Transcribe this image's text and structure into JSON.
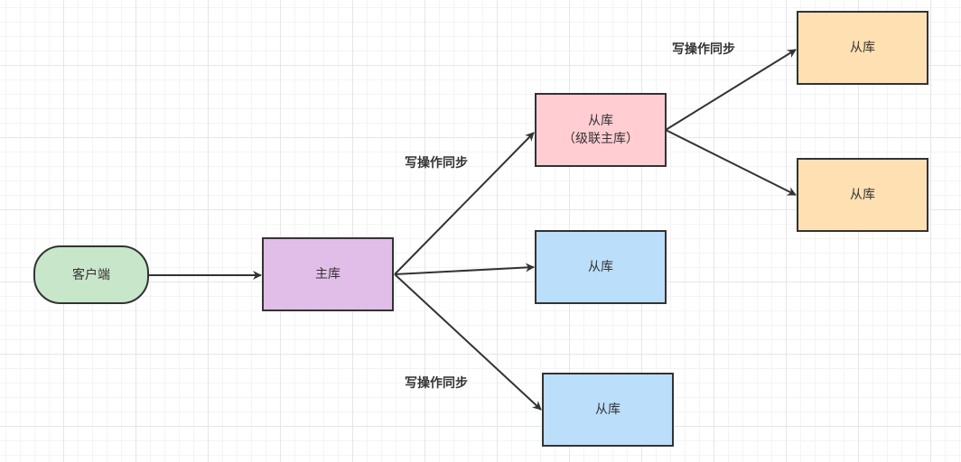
{
  "colors": {
    "client": "#c8e6c9",
    "master": "#e1bee7",
    "cascade": "#ffcdd2",
    "slave_blue": "#bbdefb",
    "slave_orange": "#ffe0b2",
    "stroke": "#333333"
  },
  "nodes": {
    "client": {
      "label": "客户端"
    },
    "master": {
      "label": "主库"
    },
    "cascade": {
      "label": "从库\n（级联主库）"
    },
    "slave_mid": {
      "label": "从库"
    },
    "slave_bottom": {
      "label": "从库"
    },
    "slave_top_right": {
      "label": "从库"
    },
    "slave_bottom_right": {
      "label": "从库"
    }
  },
  "edge_labels": {
    "master_to_cascade": "写操作同步",
    "master_to_bottom": "写操作同步",
    "cascade_to_right": "写操作同步"
  },
  "edges": [
    {
      "from": "client",
      "to": "master"
    },
    {
      "from": "master",
      "to": "cascade"
    },
    {
      "from": "master",
      "to": "slave_mid"
    },
    {
      "from": "master",
      "to": "slave_bottom"
    },
    {
      "from": "cascade",
      "to": "slave_top_right"
    },
    {
      "from": "cascade",
      "to": "slave_bottom_right"
    }
  ]
}
